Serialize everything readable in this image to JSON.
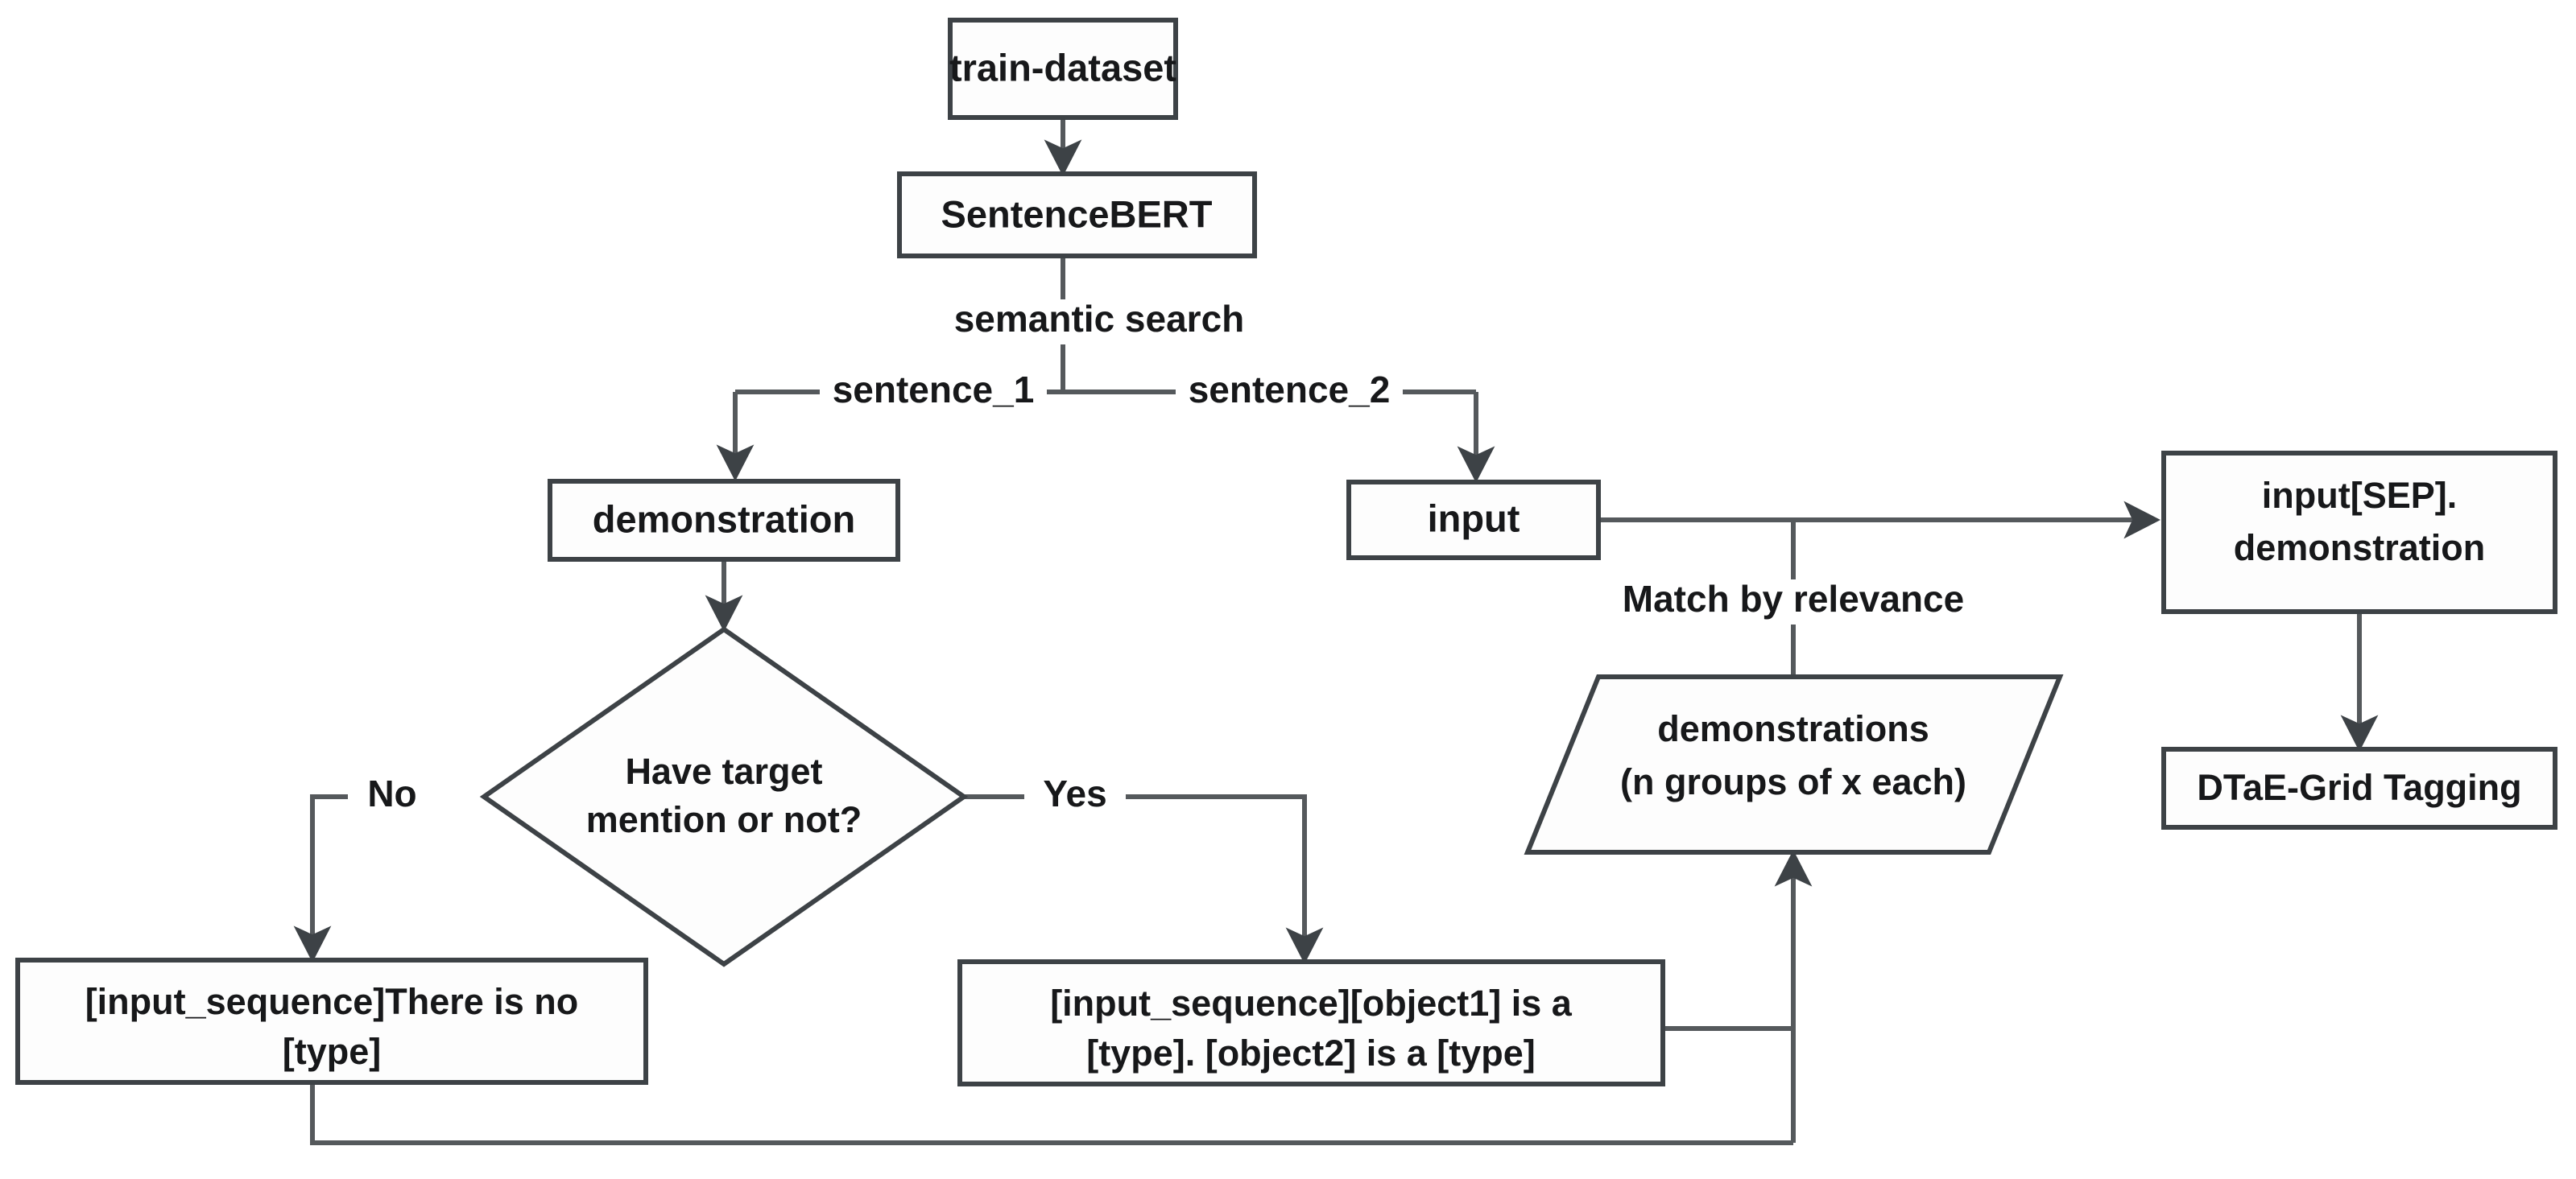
{
  "diagram": {
    "title": "Demonstration retrieval and construction flowchart",
    "colors": {
      "background": "#ffffff",
      "node_fill": "#fdfdfd",
      "node_stroke": "#3d4246",
      "edge_stroke": "#55595c",
      "text": "#17181a"
    },
    "nodes": {
      "train_dataset": {
        "label": "train-dataset",
        "shape": "rect"
      },
      "sentence_bert": {
        "label": "SentenceBERT",
        "shape": "rect"
      },
      "demonstration": {
        "label": "demonstration",
        "shape": "rect"
      },
      "input": {
        "label": "input",
        "shape": "rect"
      },
      "input_sep_demo": {
        "label_line1": "input[SEP].",
        "label_line2": "demonstration",
        "shape": "rect"
      },
      "dtae_grid_tagging": {
        "label": "DTaE-Grid Tagging",
        "shape": "rect"
      },
      "decision": {
        "label_line1": "Have target",
        "label_line2": "mention or not?",
        "shape": "diamond"
      },
      "demonstrations_group": {
        "label_line1": "demonstrations",
        "label_line2": "(n groups of x each)",
        "shape": "parallelogram"
      },
      "no_branch_box": {
        "label_line1": "[input_sequence]There is no",
        "label_line2": "[type]",
        "shape": "rect"
      },
      "yes_branch_box": {
        "label_line1": "[input_sequence][object1] is a",
        "label_line2": "[type]. [object2] is a [type]",
        "shape": "rect"
      }
    },
    "edge_labels": {
      "semantic_search": "semantic search",
      "sentence_1": "sentence_1",
      "sentence_2": "sentence_2",
      "no": "No",
      "yes": "Yes",
      "match_by_relevance": "Match by relevance"
    }
  }
}
